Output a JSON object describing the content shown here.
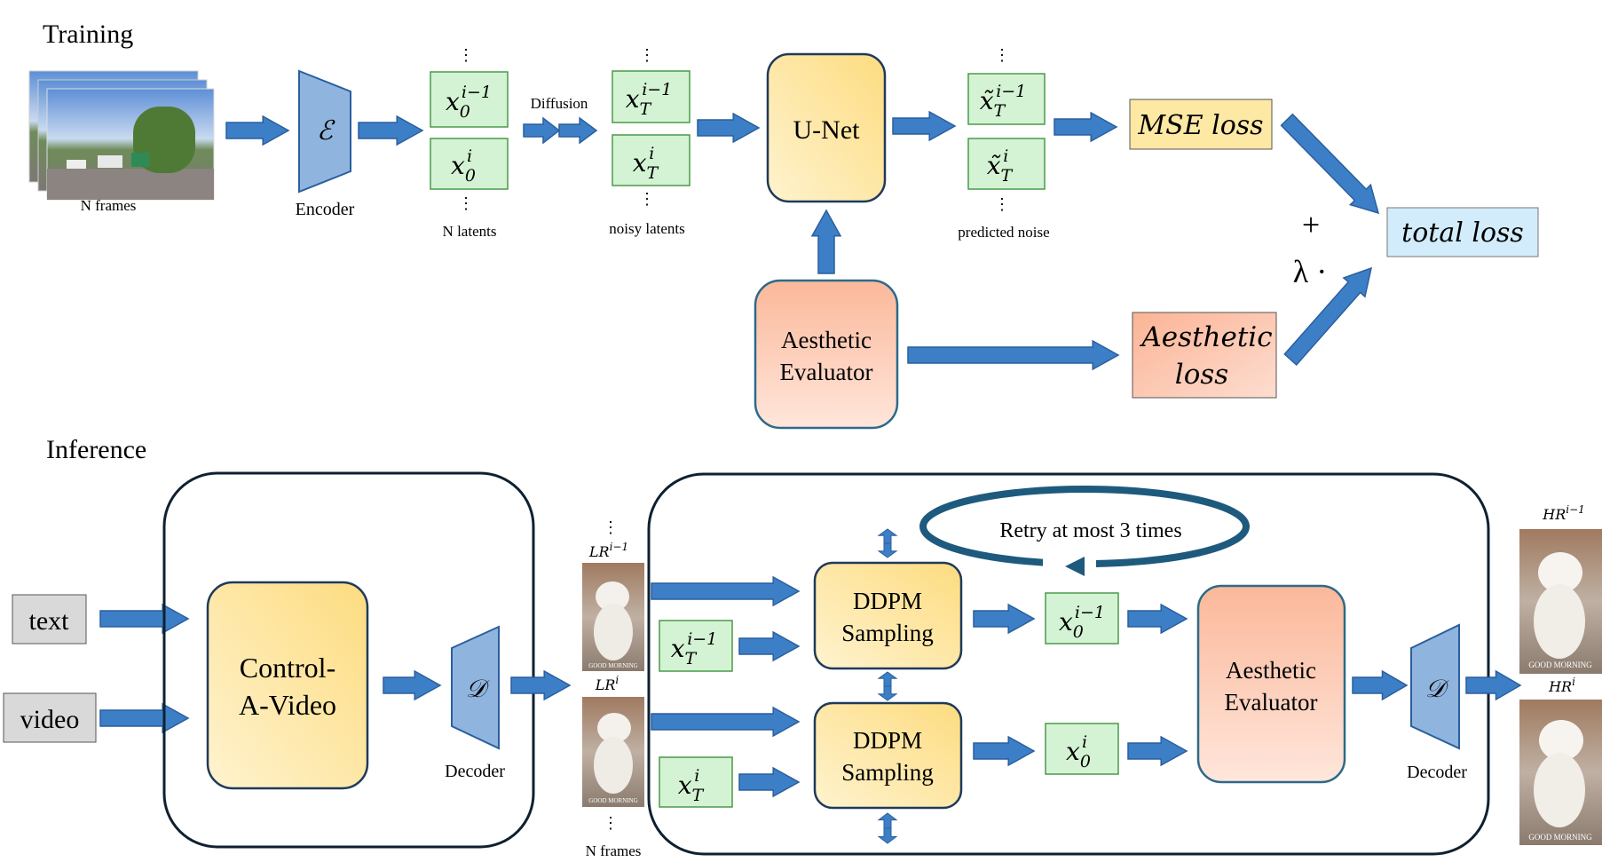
{
  "training": {
    "section_title": "Training",
    "frames_caption": "N frames",
    "encoder_symbol": "ℰ",
    "encoder_label": "Encoder",
    "latent_top": {
      "base": "x",
      "sub": "0",
      "sup": "i−1"
    },
    "latent_bottom": {
      "base": "x",
      "sub": "0",
      "sup": "i"
    },
    "latents_caption": "N latents",
    "diffusion_label": "Diffusion",
    "noisy_top": {
      "base": "x",
      "sub": "T",
      "sup": "i−1"
    },
    "noisy_bottom": {
      "base": "x",
      "sub": "T",
      "sup": "i"
    },
    "noisy_caption": "noisy latents",
    "unet_label": "U-Net",
    "pred_top": {
      "base": "x̃",
      "sub": "T",
      "sup": "i−1"
    },
    "pred_bottom": {
      "base": "x̃",
      "sub": "T",
      "sup": "i"
    },
    "pred_caption": "predicted noise",
    "mse_loss": "MSE loss",
    "evaluator_line1": "Aesthetic",
    "evaluator_line2": "Evaluator",
    "aesthetic_loss_line1": "Aesthetic",
    "aesthetic_loss_line2": "loss",
    "plus": "+",
    "lambda": "λ ·",
    "total_loss": "total loss",
    "ellipsis": "⋮"
  },
  "inference": {
    "section_title": "Inference",
    "text_input": "text",
    "video_input": "video",
    "control_line1": "Control-",
    "control_line2": "A-Video",
    "decoder_symbol": "𝒟",
    "decoder_label": "Decoder",
    "lr_prev": {
      "base": "LR",
      "sup": "i−1"
    },
    "lr_cur": {
      "base": "LR",
      "sup": "i"
    },
    "frames_caption": "N frames",
    "noise_top": {
      "base": "x",
      "sub": "T",
      "sup": "i−1"
    },
    "noise_bottom": {
      "base": "x",
      "sub": "T",
      "sup": "i"
    },
    "ddpm_line1": "DDPM",
    "ddpm_line2": "Sampling",
    "retry_label": "Retry at most 3 times",
    "out_top": {
      "base": "x",
      "sub": "0",
      "sup": "i−1"
    },
    "out_bottom": {
      "base": "x",
      "sub": "0",
      "sup": "i"
    },
    "evaluator_line1": "Aesthetic",
    "evaluator_line2": "Evaluator",
    "decoder2_label": "Decoder",
    "hr_prev": {
      "base": "HR",
      "sup": "i−1"
    },
    "hr_cur": {
      "base": "HR",
      "sup": "i"
    },
    "cat_overlay_text": "GOOD MORNING",
    "ellipsis": "⋮"
  },
  "colors": {
    "arrow": "#3d7fc6",
    "arrow_stroke": "#2a5f9e",
    "latent_fill": "#d4f3d4",
    "latent_stroke": "#4a9a4a",
    "yellow_fill": "#fde8a4",
    "orange_fill": "#fbcbb0",
    "total_fill": "#d2ecfb",
    "encoder_fill": "#8fb4de",
    "gray_box": "#d9d9d9",
    "retry_ring": "#1e5a7d"
  }
}
